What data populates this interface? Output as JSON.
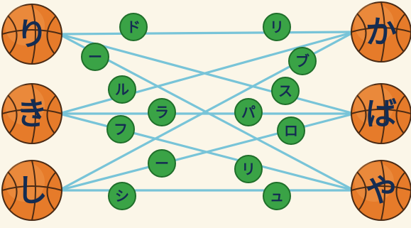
{
  "colors": {
    "background": "#fbf6e8",
    "ball_fill": "#e67b2a",
    "ball_highlight": "#f2a35c",
    "ball_seams": "#4a2a14",
    "line": "#78c4d8",
    "token_fill": "#3aa346",
    "token_stroke": "#1f6e2a",
    "text": "#142c52"
  },
  "left_balls": [
    {
      "label": "り",
      "icon": "basketball-icon"
    },
    {
      "label": "き",
      "icon": "basketball-icon"
    },
    {
      "label": "し",
      "icon": "basketball-icon"
    }
  ],
  "right_balls": [
    {
      "label": "か",
      "icon": "basketball-icon"
    },
    {
      "label": "ば",
      "icon": "basketball-icon"
    },
    {
      "label": "や",
      "icon": "basketball-icon"
    }
  ],
  "tokens": [
    {
      "label": "ド"
    },
    {
      "label": "ー"
    },
    {
      "label": "ル"
    },
    {
      "label": "フ"
    },
    {
      "label": "ラ"
    },
    {
      "label": "ー"
    },
    {
      "label": "シ"
    },
    {
      "label": "リ"
    },
    {
      "label": "ブ"
    },
    {
      "label": "ス"
    },
    {
      "label": "パ"
    },
    {
      "label": "ロ"
    },
    {
      "label": "リ"
    },
    {
      "label": "ュ"
    }
  ]
}
